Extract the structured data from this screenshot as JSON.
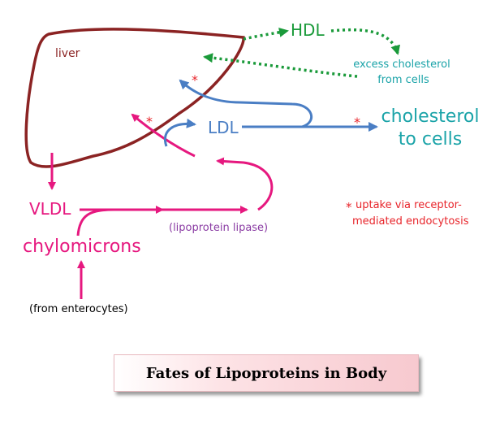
{
  "diagram": {
    "labels": {
      "liver": "liver",
      "hdl": "HDL",
      "excess_cholesterol_line1": "excess cholesterol",
      "excess_cholesterol_line2": "from cells",
      "ldl": "LDL",
      "cholesterol_line1": "cholesterol",
      "cholesterol_line2": "to cells",
      "vldl": "VLDL",
      "lipoprotein_lipase": "(lipoprotein lipase)",
      "chylomicrons": "chylomicrons",
      "from_enterocytes": "(from enterocytes)",
      "asterisk": "*",
      "uptake_note_line1": "uptake via receptor-",
      "uptake_note_line2": "mediated endocytosis"
    },
    "colors": {
      "liver": "#8b2323",
      "hdl": "#1a9a3a",
      "cyan_text": "#1aa3a8",
      "ldl": "#4a7ec4",
      "magenta": "#e6187f",
      "purple": "#8a3ba3",
      "red_note": "#e8252b"
    }
  },
  "caption": {
    "title": "Fates of Lipoproteins in Body"
  }
}
